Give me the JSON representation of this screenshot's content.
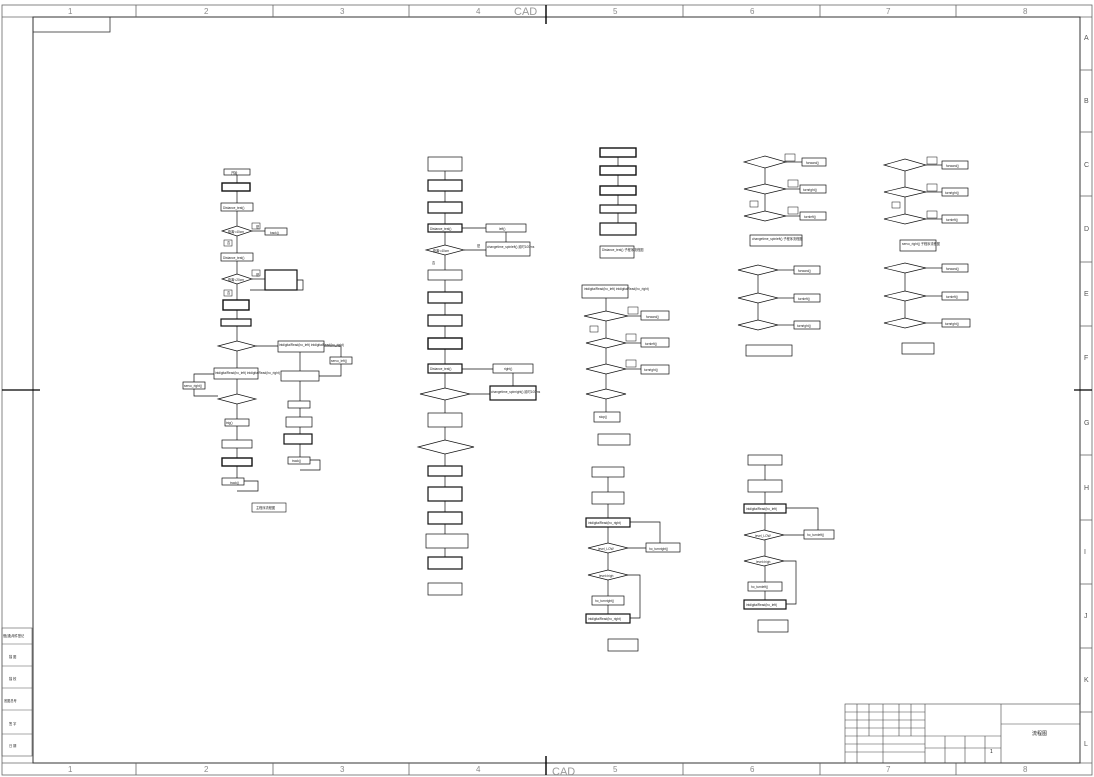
{
  "frame": {
    "columns": [
      "1",
      "2",
      "3",
      "4",
      "5",
      "6",
      "7",
      "8"
    ],
    "rows": [
      "A",
      "B",
      "C",
      "D",
      "E",
      "F",
      "G",
      "H",
      "I",
      "J",
      "K",
      "L"
    ],
    "watermark": "CAD"
  },
  "title_block": {
    "drawing_title": "流程图",
    "page_value": "1"
  },
  "left_strip": {
    "cells": [
      "借(通)用件登记",
      "描 图",
      "描 校",
      "底图总号",
      "签 字",
      "日 期"
    ]
  },
  "flowchart_1": {
    "start": "开始",
    "loop_distance": "Distance_test()",
    "cond_40": "距离<40cm",
    "back": "back()",
    "loop_distance_2": "Distance_test()",
    "cond_20": "距离<20cm",
    "yes": "是",
    "no": "否",
    "read_lr": "intdigitalRead(ho_left)\nintdigitalRead(ho_right)",
    "turn_right_btn": "servo_right()",
    "turn_left_btn": "servo_left()",
    "trig": "trig()",
    "track": "track()",
    "footer": "主程序流程图"
  },
  "flowchart_2": {
    "loop": "Distance_test()",
    "cond": "距离<40cm",
    "left_btn": "left()",
    "changetime_left": "changetime_spinleft()\n延时100ms",
    "right_btn": "right()",
    "changetime_right": "changetime_spinright()\n延时100ms",
    "distance_2": "Distance_test()"
  },
  "flowchart_3": {
    "read_lr": "intdigitalRead(ho_left)\nintdigitalRead(ho_right)",
    "forward": "forward()",
    "turnleft": "turnleft()",
    "turnright": "turnright()",
    "stop": "stop()",
    "distance_test": "Distance_test()\n子程序流程图",
    "read_right": "intdigitalRead(ho_right)",
    "level_low": "level_LOW",
    "ho_turnright": "ho_turnright()",
    "read_right_2": "intdigitalRead(ho_right)",
    "cond_high": "level=high"
  },
  "flowchart_4": {
    "forward": "forward()",
    "turnright": "turnright()",
    "turnleft": "turnleft()",
    "changetime": "changetime_spinleft()\n子程序流程图",
    "read_left": "intdigitalRead(ho_left)",
    "level_low": "level_LOW",
    "ho_turnleft": "ho_turnleft()",
    "cond_high": "level=high"
  },
  "flowchart_5": {
    "forward": "forward()",
    "turnright": "turnright()",
    "turnleft": "turnleft()",
    "servo": "servo_right()\n子程序流程图"
  }
}
